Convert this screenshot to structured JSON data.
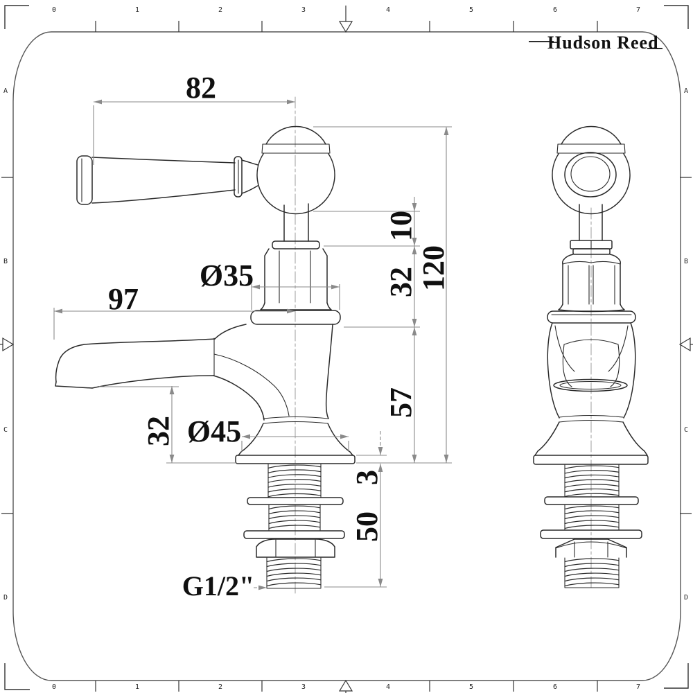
{
  "sheet": {
    "cols": [
      "0",
      "1",
      "2",
      "3",
      "4",
      "5",
      "6",
      "7"
    ],
    "rows": [
      "A",
      "B",
      "C",
      "D"
    ]
  },
  "brand": {
    "logo": "Hudson Reed"
  },
  "dimensions": {
    "handle_length": "82",
    "spout_projection": "97",
    "head_diameter": "Ø35",
    "base_diameter": "Ø45",
    "spout_height": "32",
    "handle_clearance": "10",
    "head_height": "32",
    "overall_height": "120",
    "body_height": "57",
    "deck_thickness": "3",
    "shank_length": "50",
    "thread_size": "G1/2\""
  },
  "colors": {
    "line": "#2a2a2a",
    "dimension": "#8a8a8a",
    "background": "#ffffff"
  }
}
